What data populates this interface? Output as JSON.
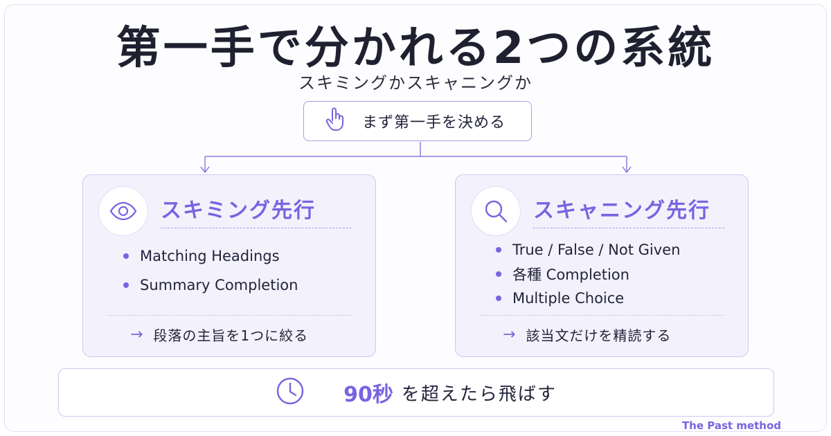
{
  "title": "第一手で分かれる2つの系統",
  "subtitle": "スキミングかスキャニングか",
  "start": {
    "label": "まず第一手を決める",
    "icon": "pointing-hand-icon"
  },
  "left_card": {
    "icon": "eye-icon",
    "heading": "スキミング先行",
    "items": [
      "Matching Headings",
      "Summary Completion"
    ],
    "note": "段落の主旨を1つに絞る"
  },
  "right_card": {
    "icon": "magnifier-icon",
    "heading": "スキャニング先行",
    "items": [
      "True / False / Not Given",
      "各種 Completion",
      "Multiple Choice"
    ],
    "note": "該当文だけを精読する"
  },
  "bottom": {
    "icon": "clock-icon",
    "emphasis": "90秒",
    "text": "を超えたら飛ばす"
  },
  "brand": "The Past method",
  "colors": {
    "accent": "#7a63e0",
    "border": "#cfc7f2",
    "card_bg": "#f3f1fc"
  }
}
